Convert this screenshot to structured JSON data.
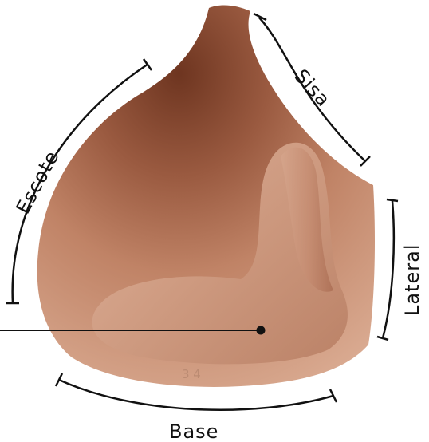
{
  "diagram": {
    "labels": {
      "sisa": "Sisa",
      "escote": "Escote",
      "lateral": "Lateral",
      "base": "Base"
    },
    "mold_marking": "3 4",
    "colors": {
      "cup_light": "#d9a88e",
      "cup_mid": "#c08366",
      "cup_dark": "#6e3520",
      "line": "#111111",
      "background": "#ffffff"
    },
    "icons": {
      "pointer_dot": "filled-circle"
    }
  }
}
